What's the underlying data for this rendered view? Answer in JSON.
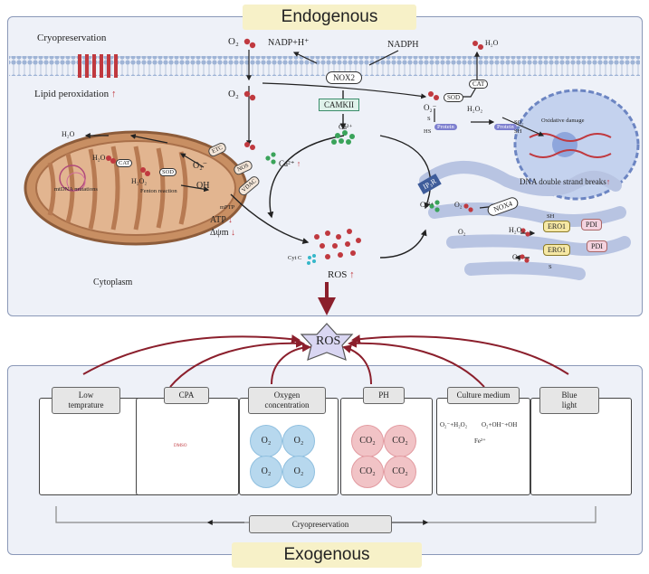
{
  "banners": {
    "top": "Endogenous",
    "bottom": "Exogenous"
  },
  "membrane": {
    "cryopreservation": "Cryopreservation",
    "lipid_peroxidation": "Lipid peroxidation",
    "o2_top": "O₂",
    "o2_mid": "O₂",
    "nadp": "NADP+H⁺",
    "nadph": "NADPH",
    "nox2": "NOX2",
    "camkii": "CAMKII",
    "ca_center": "Ca²⁺",
    "h2o_top": "H₂O",
    "cat_top": "CAT",
    "sod_right": "SOD",
    "o2_minus": "O₂⁻",
    "h2o2_right": "H₂O₂"
  },
  "mito": {
    "h2o": "H₂O",
    "h2o_b": "H₂O",
    "cat": "CAT",
    "sod": "SOD",
    "h2o2": "H₂O₂",
    "o2_minus": "O₂⁻",
    "etc": "ETC",
    "nos": "NOS",
    "vdac": "VDAC",
    "oh": "OH",
    "mtdna": "mtDNA mutations",
    "fenton": "Fenton reaction",
    "mptp": "mPTP",
    "atp": "ATP",
    "dpsi": "Δψm",
    "ca": "Ca²⁺",
    "cytc": "Cyt C"
  },
  "center": {
    "ros": "ROS",
    "cytoplasm": "Cytoplasm"
  },
  "nucleus": {
    "oxidative": "Oxidative damage",
    "dsb": "DNA double strand breaks",
    "protein1": "Protein",
    "protein2": "Protein",
    "sh": "SH",
    "s": "S",
    "hs": "HS",
    "so2": "SO₂"
  },
  "er": {
    "ip3r": "IP₃R",
    "ca": "Ca²⁺",
    "nox4": "NOX4",
    "ero1a": "ERO1",
    "ero1b": "ERO1",
    "pdi1": "PDI",
    "pdi2": "PDI",
    "h2o2": "H₂O₂",
    "o2a": "O₂",
    "o2b": "O₂",
    "o2c": "O₂",
    "sh": "SH",
    "s": "S"
  },
  "hub": {
    "ros": "ROS"
  },
  "cards": [
    {
      "label": "Low\ntemprature"
    },
    {
      "label": "CPA",
      "tube": "DMSO"
    },
    {
      "label": "Oxygen\nconcentration",
      "items": [
        "O₂",
        "O₂",
        "O₂",
        "O₂"
      ]
    },
    {
      "label": "PH",
      "items": [
        "CO₂",
        "CO₂",
        "CO₂",
        "CO₂"
      ]
    },
    {
      "label": "Culture medium",
      "reaction1": "O₂⁻+H₂O₂",
      "reaction2": "O₂+OH⁻+OH",
      "fe": "Fe²⁺"
    },
    {
      "label": "Blue\nlight"
    }
  ],
  "footer": {
    "cryo": "Cryopreservation"
  },
  "colors": {
    "panel_border": "#8a98b8",
    "panel_bg": "#eef1f8",
    "banner": "#f7f1c8",
    "ros_molecule": "#c0393f",
    "ca_molecule": "#3aa35a",
    "arrow_ros": "#8b1f2c",
    "hub": "#d9d6f2"
  }
}
